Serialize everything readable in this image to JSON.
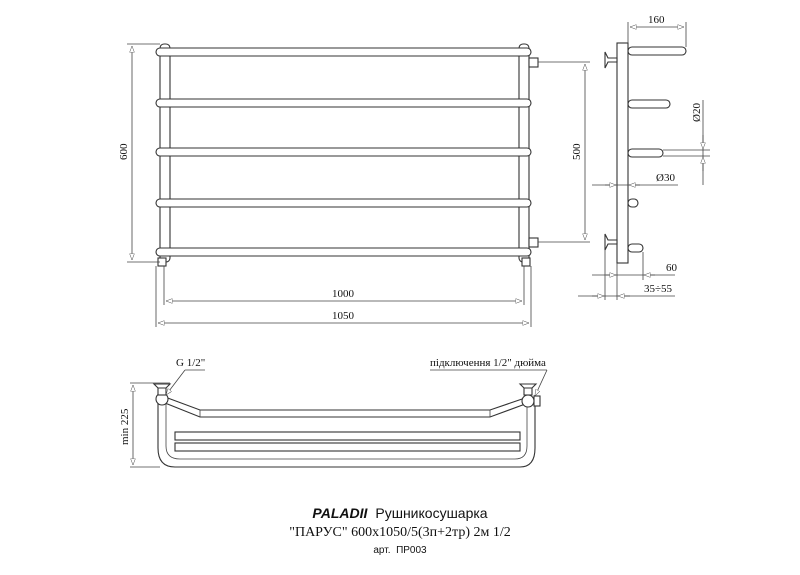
{
  "front_view": {
    "dim_height": "600",
    "dim_axis": "500",
    "dim_inner_width": "1000",
    "dim_outer_width": "1050"
  },
  "side_view": {
    "dim_depth": "160",
    "dim_bar_diameter": "Ø20",
    "dim_pipe_diameter": "Ø30",
    "dim_offset": "60",
    "dim_wall_gap": "35÷55"
  },
  "top_view": {
    "label_thread": "G 1/2\"",
    "label_connection": "підключення 1/2\" дюйма",
    "dim_min_depth": "min 225"
  },
  "title_block": {
    "brand": "PALADII",
    "product_type": "Рушникосушарка",
    "model": "\"ПАРУС\" 600x1050/5(3п+2тр) 2м 1/2",
    "article_label": "арт.",
    "article": "ПР003"
  }
}
